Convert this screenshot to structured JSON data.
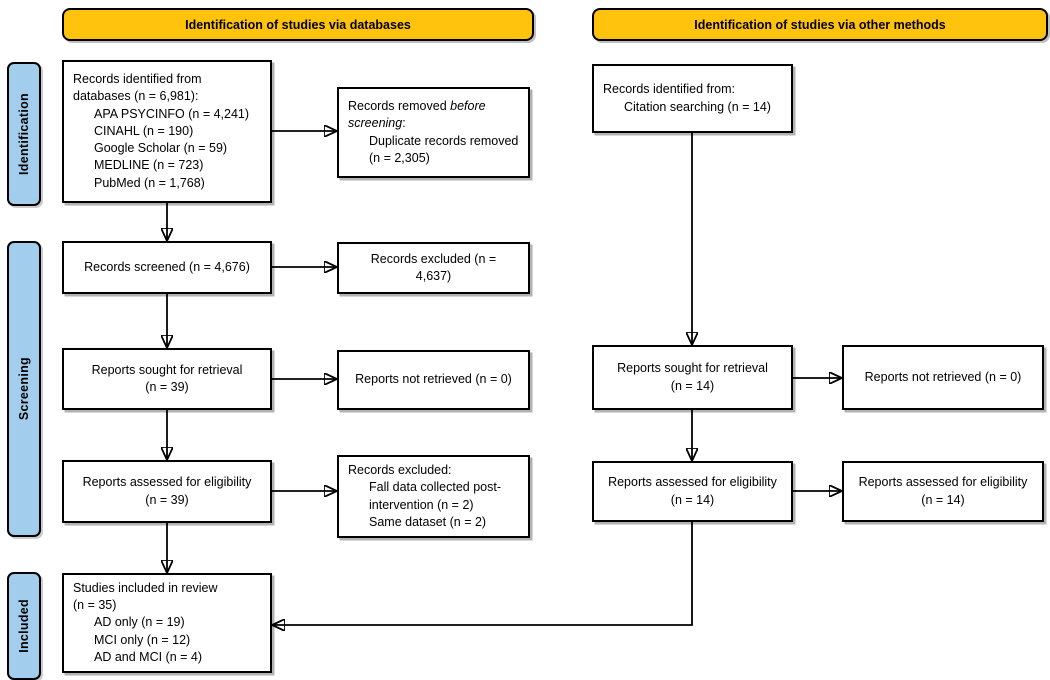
{
  "colors": {
    "banner_yellow": "#FFC20D",
    "stage_blue": "#A3CDED",
    "box_border": "#000000",
    "box_background": "#FFFFFF"
  },
  "banners": {
    "databases": "Identification of studies via databases",
    "other_methods": "Identification of studies via other methods"
  },
  "stages": {
    "identification": "Identification",
    "screening": "Screening",
    "included": "Included"
  },
  "boxes": {
    "records_identified_db": {
      "line1": "Records identified from",
      "line2": "databases (n = 6,981):",
      "items": [
        "APA PSYCINFO (n = 4,241)",
        "CINAHL (n = 190)",
        "Google Scholar (n = 59)",
        "MEDLINE (n = 723)",
        "PubMed (n = 1,768)"
      ]
    },
    "records_removed": {
      "prefix": "Records removed ",
      "italic": "before screening",
      "suffix": ":",
      "items": [
        "Duplicate records removed (n = 2,305)"
      ]
    },
    "records_screened": {
      "text": "Records screened (n = 4,676)"
    },
    "records_excluded": {
      "text": "Records excluded (n = 4,637)"
    },
    "reports_sought_db": {
      "line1": "Reports sought for retrieval",
      "line2": "(n = 39)"
    },
    "reports_not_retrieved_db": {
      "text": "Reports not retrieved (n = 0)"
    },
    "reports_assessed_db": {
      "line1": "Reports assessed for eligibility",
      "line2": "(n = 39)"
    },
    "records_excluded_eligibility": {
      "title": "Records excluded:",
      "items": [
        "Fall data collected post-intervention (n = 2)",
        "Same dataset (n = 2)"
      ]
    },
    "studies_included": {
      "line1": "Studies included in review",
      "line2": "(n = 35)",
      "items": [
        "AD only (n = 19)",
        "MCI only (n = 12)",
        "AD and MCI (n = 4)"
      ]
    },
    "records_identified_other": {
      "line1": "Records identified from:",
      "items": [
        "Citation searching (n = 14)"
      ]
    },
    "reports_sought_other": {
      "line1": "Reports sought for retrieval",
      "line2": "(n = 14)"
    },
    "reports_not_retrieved_other": {
      "text": "Reports not retrieved (n = 0)"
    },
    "reports_assessed_other": {
      "line1": "Reports assessed for eligibility",
      "line2": "(n = 14)"
    },
    "reports_assessed_other_right": {
      "line1": "Reports assessed for eligibility",
      "line2": "(n = 14)"
    }
  }
}
